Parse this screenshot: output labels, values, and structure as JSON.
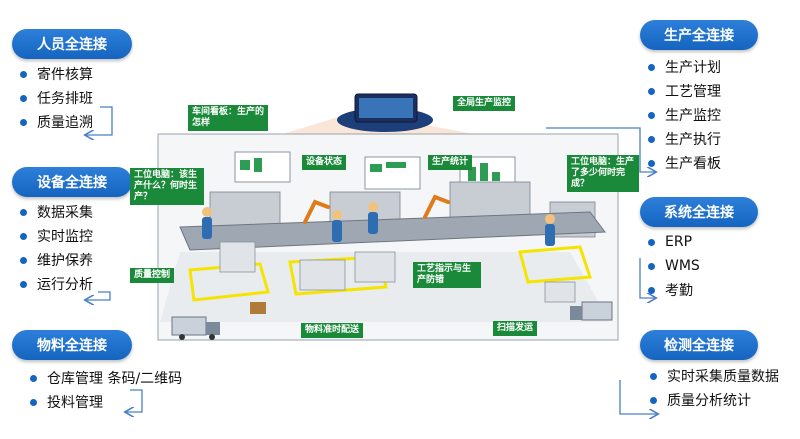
{
  "panels": {
    "people": {
      "title": "人员全连接",
      "items": [
        "寄件核算",
        "任务排班",
        "质量追溯"
      ]
    },
    "equipment": {
      "title": "设备全连接",
      "items": [
        "数据采集",
        "实时监控",
        "维护保养",
        "运行分析"
      ]
    },
    "material": {
      "title": "物料全连接",
      "items": [
        "仓库管理 条码/二维码",
        "投料管理"
      ]
    },
    "production": {
      "title": "生产全连接",
      "items": [
        "生产计划",
        "工艺管理",
        "生产监控",
        "生产执行",
        "生产看板"
      ]
    },
    "system": {
      "title": "系统全连接",
      "items": [
        "ERP",
        "WMS",
        "考勤"
      ]
    },
    "inspection": {
      "title": "检测全连接",
      "items": [
        "实时采集质量数据",
        "质量分析统计"
      ]
    }
  },
  "scene": {
    "global_monitor": "全局生产监控",
    "workshop_board": "车间看板：生产的怎样",
    "equipment_status": "设备状态",
    "production_stats": "生产统计",
    "station_pc_left": "工位电脑：该生产什么？何时生产？",
    "station_pc_right": "工位电脑：生产了多少何时完成？",
    "quality_control": "质量控制",
    "process_guide": "工艺指示与生产防错",
    "material_delivery": "物料准时配送",
    "scan_ship": "扫描发运"
  },
  "colors": {
    "accent": "#1565c0",
    "tag": "#1a8a3a",
    "highlight": "#f5e400"
  }
}
